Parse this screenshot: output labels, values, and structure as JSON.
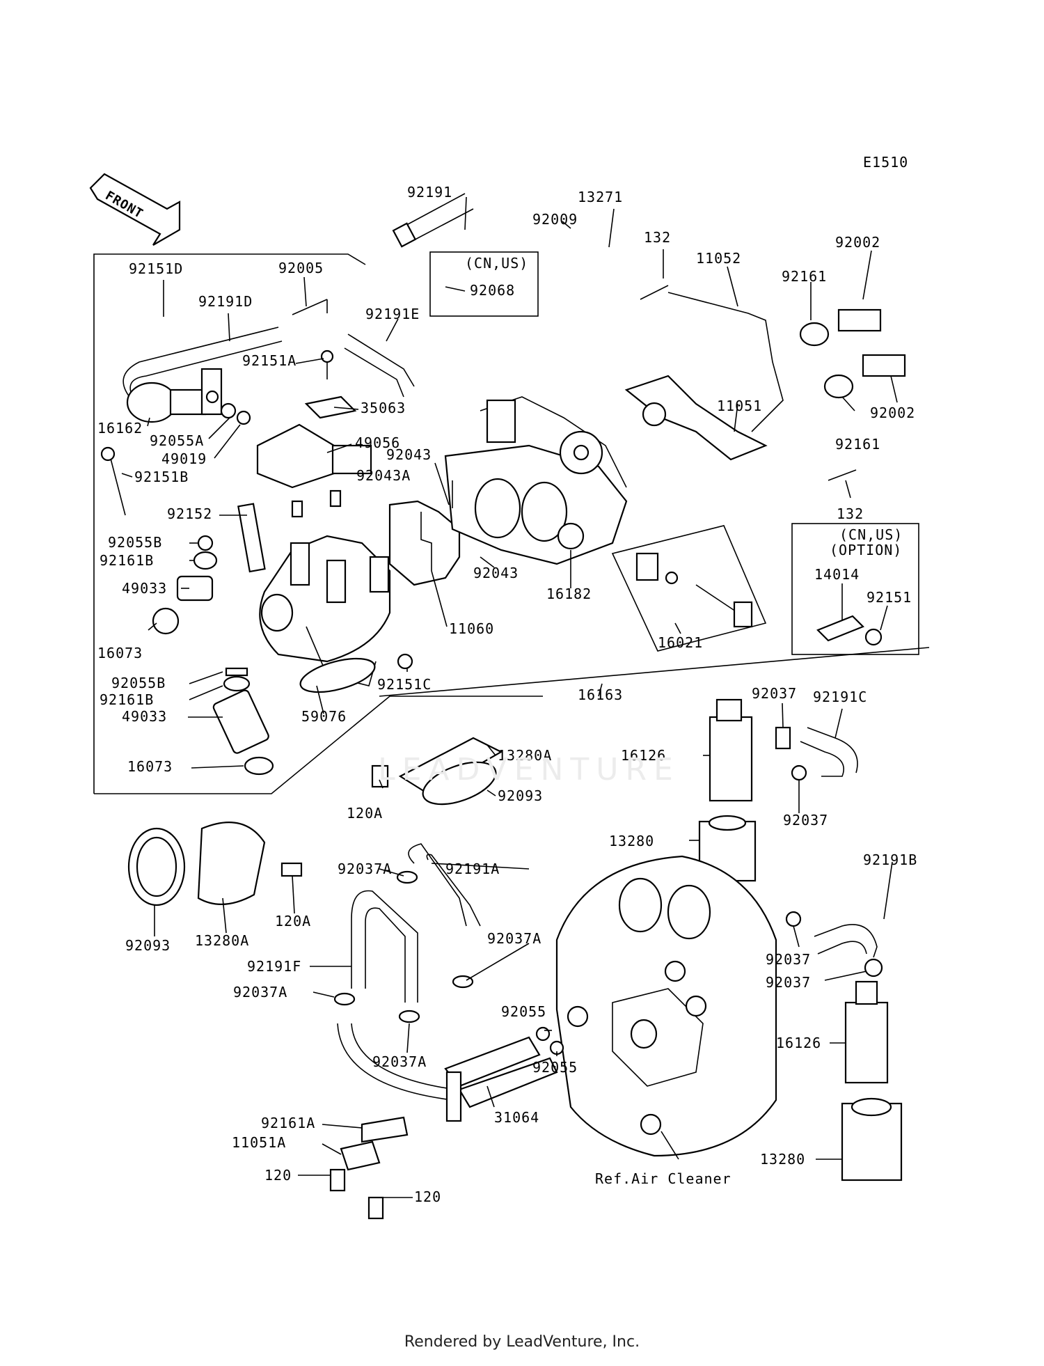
{
  "diagram_code": "E1510",
  "front_label": "FRONT",
  "footer_text": "Rendered by LeadVenture, Inc.",
  "watermark": "LEADVENTURE",
  "box_notes": {
    "cn_us": "(CN,US)",
    "cn_us_option_line1": "(CN,US)",
    "cn_us_option_line2": "(OPTION)"
  },
  "reference_note": "Ref.Air Cleaner",
  "part_labels": [
    "92191",
    "13271",
    "92009",
    "92068",
    "132",
    "11052",
    "92161",
    "92002",
    "92151D",
    "92005",
    "92191D",
    "92191E",
    "92151A",
    "35063",
    "16162",
    "92055A",
    "49019",
    "49056",
    "92151B",
    "92043",
    "92043A",
    "11051",
    "92161",
    "92002",
    "132",
    "92152",
    "92055B",
    "92161B",
    "49033",
    "16073",
    "11060",
    "92043",
    "16182",
    "14014",
    "92151",
    "16021",
    "92055B",
    "92161B",
    "49033",
    "16073",
    "59076",
    "92151C",
    "16163",
    "92037",
    "92191C",
    "16126",
    "13280A",
    "92093",
    "120A",
    "92037",
    "13280",
    "92191B",
    "92093",
    "13280A",
    "120A",
    "92037A",
    "92191A",
    "92191F",
    "92037A",
    "92037A",
    "92037A",
    "92055",
    "92055",
    "92037",
    "92037",
    "16126",
    "92161A",
    "11051A",
    "31064",
    "120",
    "120",
    "13280"
  ]
}
